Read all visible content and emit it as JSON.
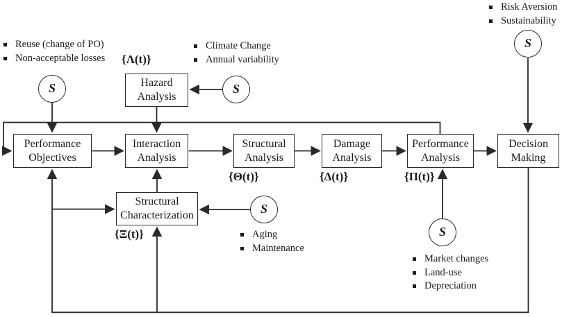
{
  "diagram": {
    "background": "#ffffff",
    "line_color": "#2a2a2a",
    "text_color": "#1a1a1a",
    "stochastic_symbol": "S",
    "boxes": {
      "hazard_analysis": {
        "label": "Hazard\nAnalysis"
      },
      "performance_objectives": {
        "label": "Performance\nObjectives"
      },
      "interaction_analysis": {
        "label": "Interaction\nAnalysis"
      },
      "structural_analysis": {
        "label": "Structural\nAnalysis"
      },
      "damage_analysis": {
        "label": "Damage\nAnalysis"
      },
      "performance_analysis": {
        "label": "Performance\nAnalysis"
      },
      "decision_making": {
        "label": "Decision\nMaking"
      },
      "structural_characterization": {
        "label": "Structural\nCharacterization"
      }
    },
    "set_labels": {
      "hazard": "{Λ(t)}",
      "structural": "{Θ(t)}",
      "damage": "{Δ(t)}",
      "performance": "{Π(t)}",
      "characterization": "{Ξ(t)}"
    },
    "notes": {
      "performance_objectives": {
        "items": [
          "Reuse (change of PO)",
          "Non-acceptable losses"
        ]
      },
      "hazard": {
        "items": [
          "Climate Change",
          "Annual variability"
        ]
      },
      "decision": {
        "items": [
          "Risk Aversion",
          "Sustainability"
        ]
      },
      "characterization": {
        "items": [
          "Aging",
          "Maintenance"
        ]
      },
      "performance_analysis": {
        "items": [
          "Market changes",
          "Land-use",
          "Depreciation"
        ]
      }
    }
  }
}
